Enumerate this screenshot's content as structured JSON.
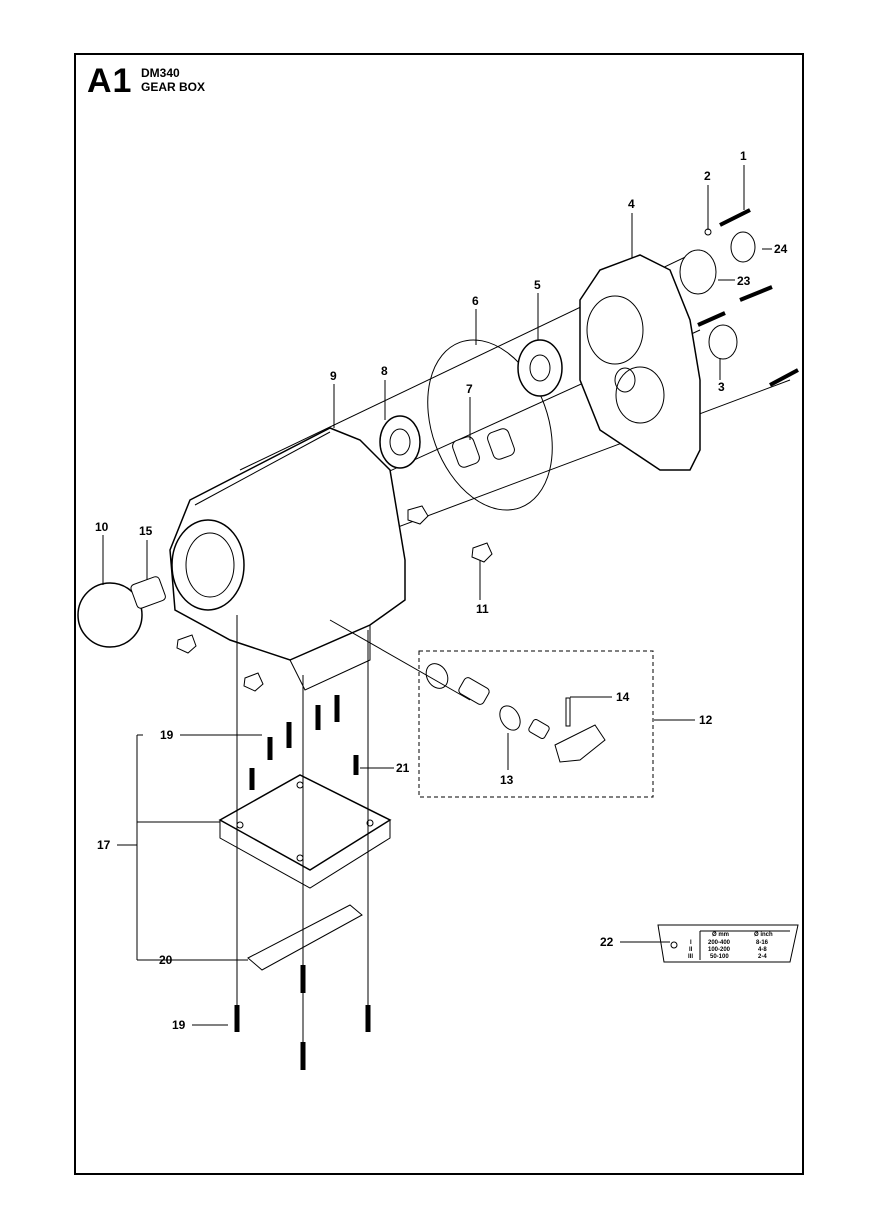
{
  "header": {
    "code": "A1",
    "model": "DM340",
    "title": "GEAR BOX"
  },
  "callouts": {
    "c1": "1",
    "c2": "2",
    "c3": "3",
    "c4": "4",
    "c5": "5",
    "c6": "6",
    "c7": "7",
    "c8": "8",
    "c9": "9",
    "c10": "10",
    "c11": "11",
    "c12": "12",
    "c13": "13",
    "c14": "14",
    "c15": "15",
    "c17": "17",
    "c19a": "19",
    "c19b": "19",
    "c20": "20",
    "c21": "21",
    "c22": "22",
    "c23": "23",
    "c24": "24"
  },
  "decal_table": {
    "headers": [
      "Ø mm",
      "Ø inch"
    ],
    "rows": [
      {
        "gear": "I",
        "mm": "200-400",
        "inch": "8-16"
      },
      {
        "gear": "II",
        "mm": "100-200",
        "inch": "4-8"
      },
      {
        "gear": "III",
        "mm": "50-100",
        "inch": "2-4"
      }
    ]
  }
}
